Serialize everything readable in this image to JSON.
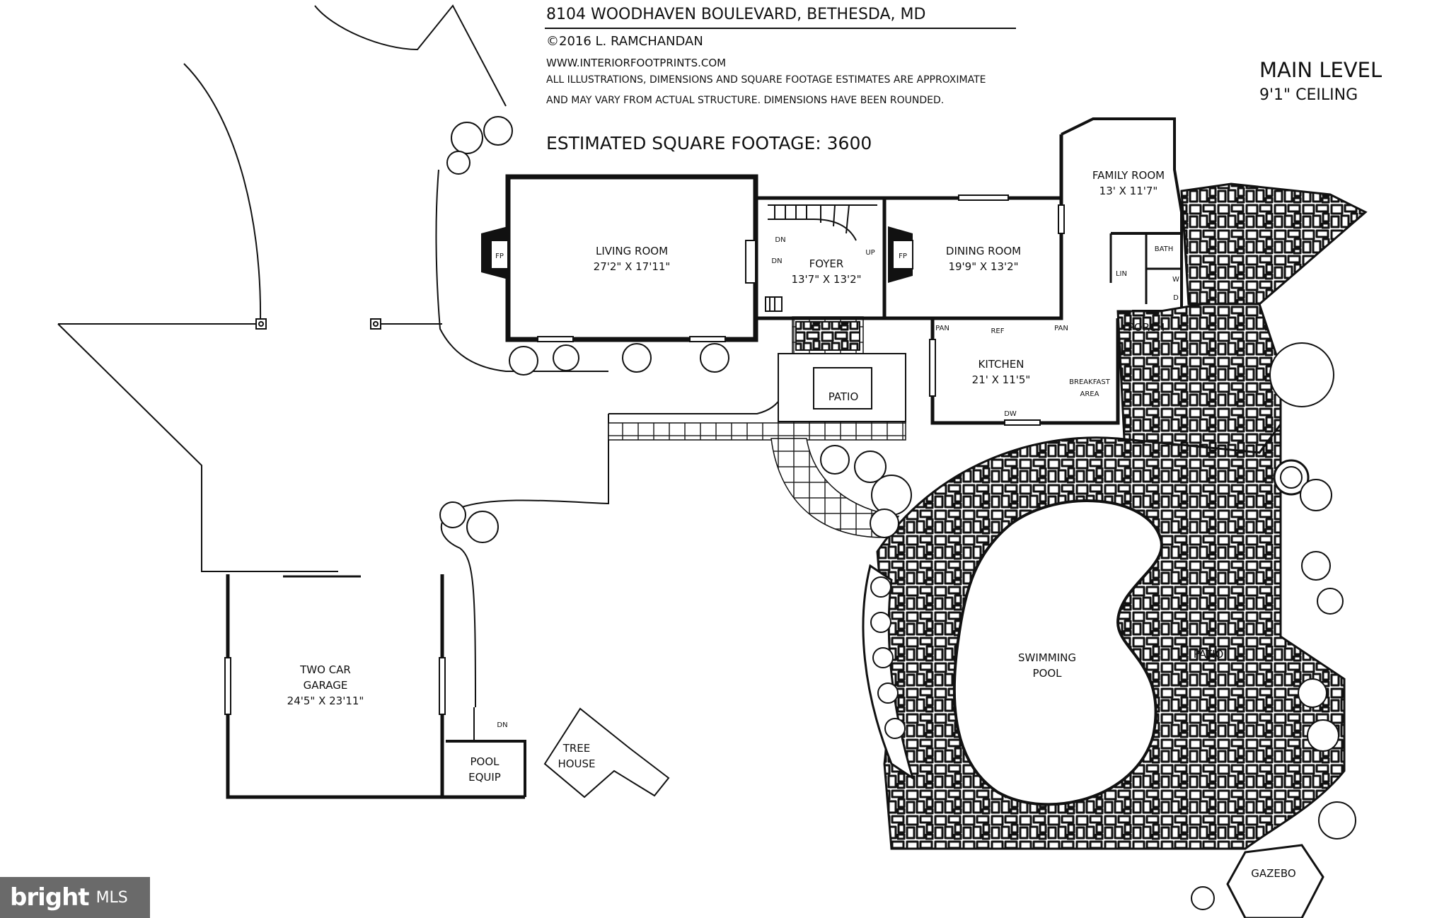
{
  "header": {
    "address": "8104 WOODHAVEN BOULEVARD, BETHESDA, MD",
    "copyright": "©2016 L. RAMCHANDAN",
    "website": "WWW.INTERIORFOOTPRINTS.COM",
    "disclaimer_1": "ALL ILLUSTRATIONS, DIMENSIONS AND SQUARE FOOTAGE ESTIMATES ARE APPROXIMATE",
    "disclaimer_2": "AND MAY VARY FROM ACTUAL STRUCTURE. DIMENSIONS HAVE BEEN ROUNDED.",
    "square_footage": "ESTIMATED SQUARE FOOTAGE: 3600",
    "level": "MAIN LEVEL",
    "ceiling": "9'1\" CEILING"
  },
  "rooms": {
    "living_room": {
      "name": "LIVING ROOM",
      "dims": "27'2\" X 17'11\""
    },
    "foyer": {
      "name": "FOYER",
      "dims": "13'7\" X 13'2\""
    },
    "dining_room": {
      "name": "DINING ROOM",
      "dims": "19'9\" X 13'2\""
    },
    "family_room": {
      "name": "FAMILY ROOM",
      "dims": "13' X 11'7\""
    },
    "kitchen": {
      "name": "KITCHEN",
      "dims": "21' X 11'5\""
    },
    "breakfast": {
      "line1": "BREAKFAST",
      "line2": "AREA"
    },
    "porch": "PORCH",
    "bath": "BATH",
    "patio_front": "PATIO",
    "patio_rear": "PATIO",
    "pool": {
      "line1": "SWIMMING",
      "line2": "POOL"
    },
    "garage": {
      "line1": "TWO CAR",
      "line2": "GARAGE",
      "dims": "24'5\" X 23'11\""
    },
    "pool_equip": {
      "line1": "POOL",
      "line2": "EQUIP"
    },
    "tree_house": {
      "line1": "TREE",
      "line2": "HOUSE"
    },
    "gazebo": "GAZEBO"
  },
  "fixtures": {
    "fp_living": "FP",
    "fp_dining": "FP",
    "dn_stair": "DN",
    "dn_living": "DN",
    "up_stair": "UP",
    "dn_garage": "DN",
    "ref": "REF",
    "pan_kitchen": "PAN",
    "pan_left": "PAN",
    "dw": "DW",
    "lin": "LIN",
    "w": "W",
    "d": "D"
  },
  "watermark": {
    "brand": "bright",
    "suffix": "MLS"
  }
}
